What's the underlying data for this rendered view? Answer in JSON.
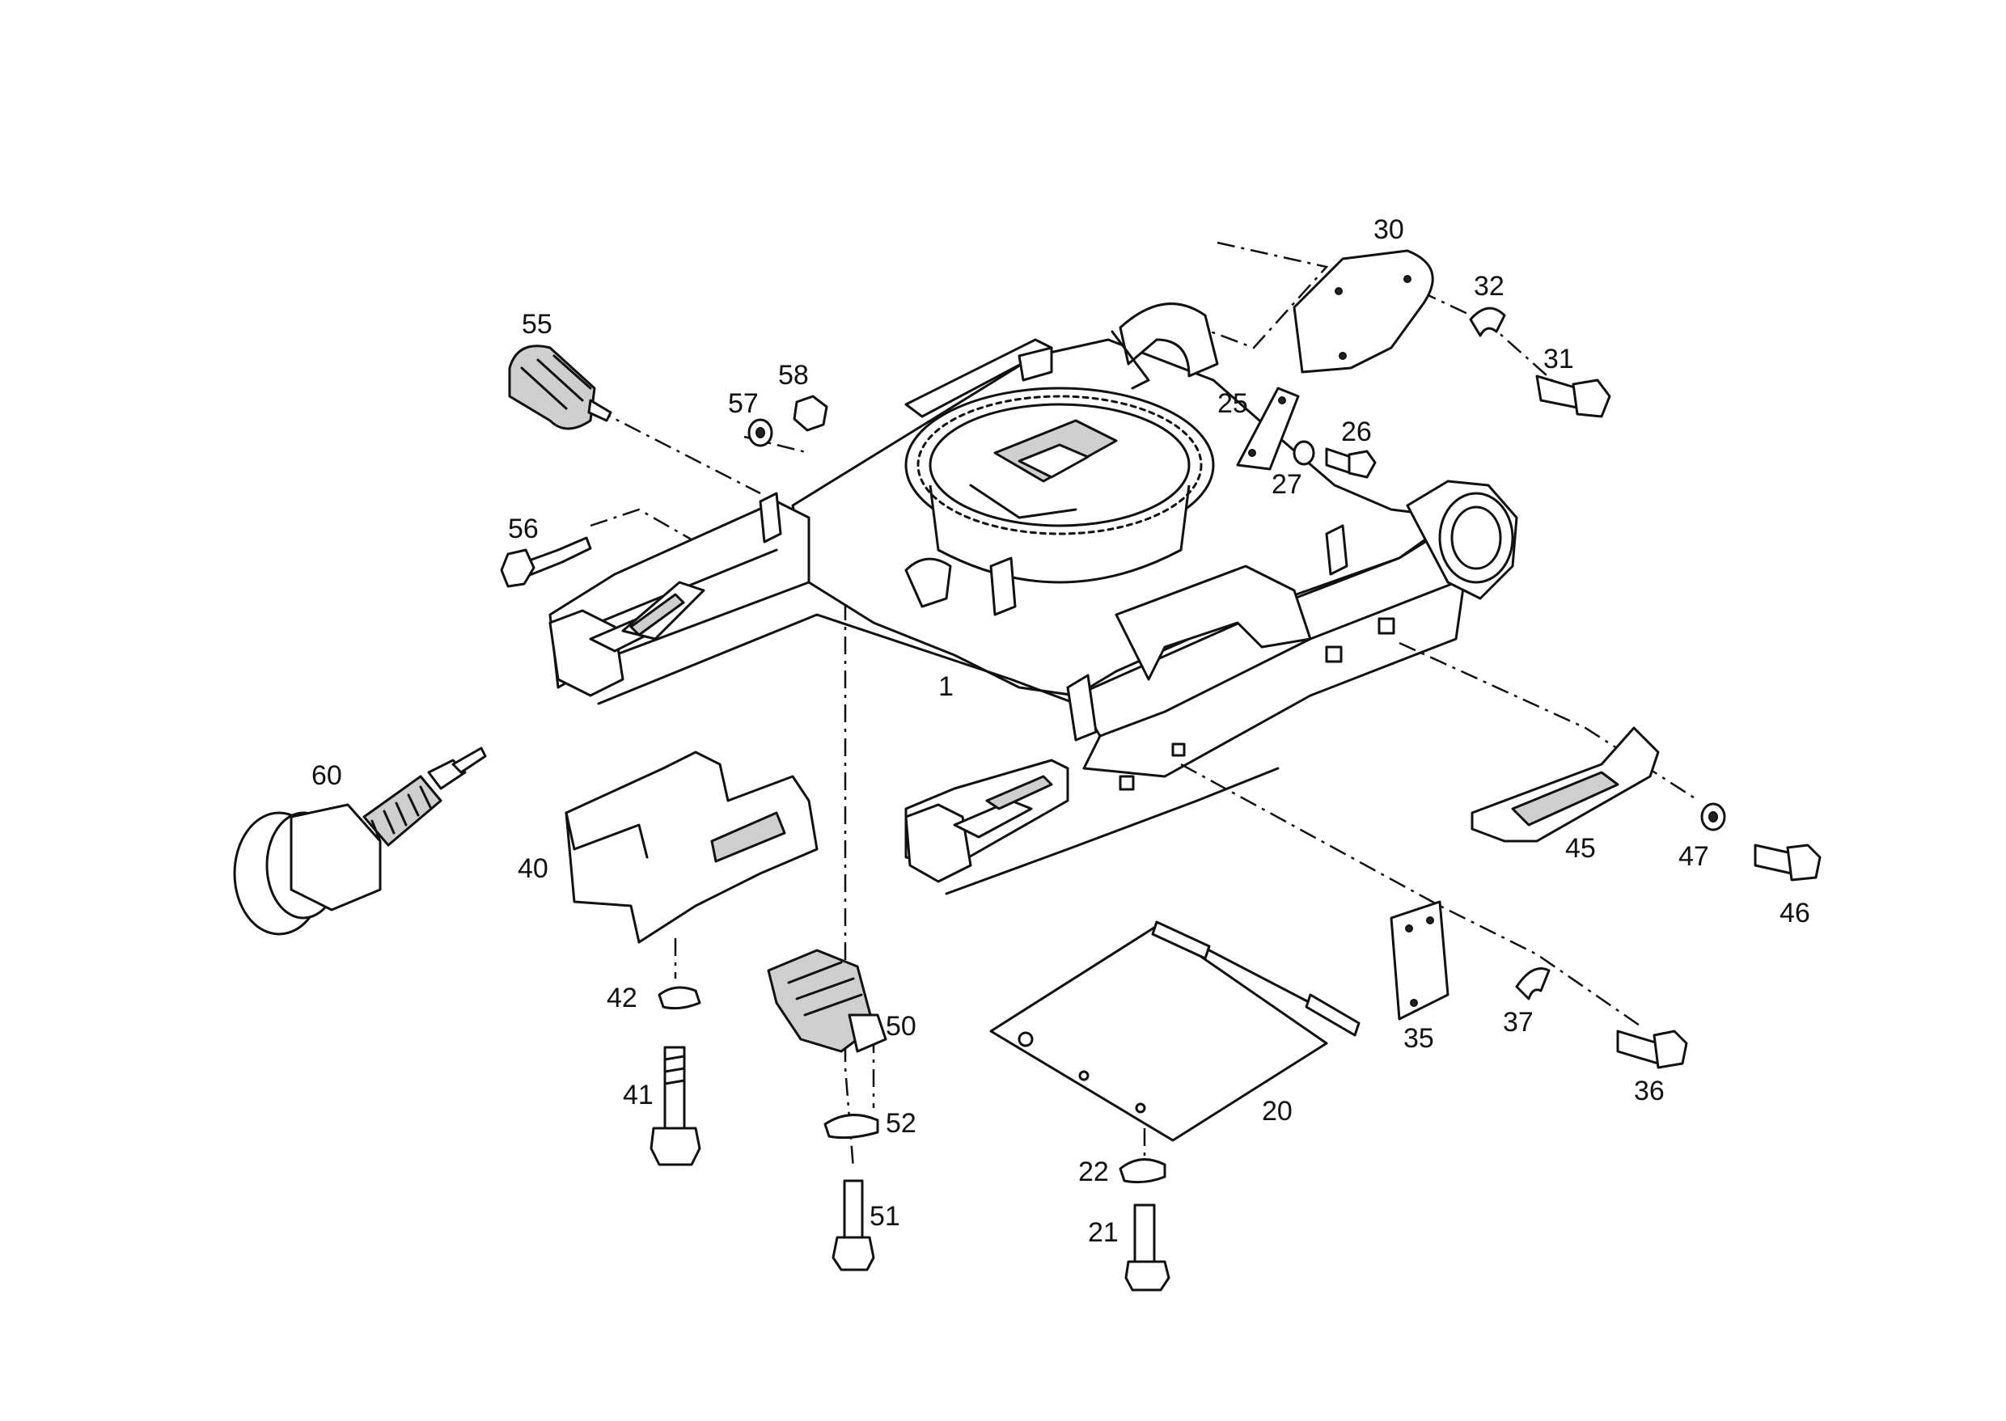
{
  "diagram": {
    "callouts": [
      {
        "id": "1",
        "label": "1"
      },
      {
        "id": "20",
        "label": "20"
      },
      {
        "id": "21",
        "label": "21"
      },
      {
        "id": "22",
        "label": "22"
      },
      {
        "id": "25",
        "label": "25"
      },
      {
        "id": "26",
        "label": "26"
      },
      {
        "id": "27",
        "label": "27"
      },
      {
        "id": "30",
        "label": "30"
      },
      {
        "id": "31",
        "label": "31"
      },
      {
        "id": "32",
        "label": "32"
      },
      {
        "id": "35",
        "label": "35"
      },
      {
        "id": "36",
        "label": "36"
      },
      {
        "id": "37",
        "label": "37"
      },
      {
        "id": "40",
        "label": "40"
      },
      {
        "id": "41",
        "label": "41"
      },
      {
        "id": "42",
        "label": "42"
      },
      {
        "id": "45",
        "label": "45"
      },
      {
        "id": "46",
        "label": "46"
      },
      {
        "id": "47",
        "label": "47"
      },
      {
        "id": "50",
        "label": "50"
      },
      {
        "id": "51",
        "label": "51"
      },
      {
        "id": "52",
        "label": "52"
      },
      {
        "id": "55",
        "label": "55"
      },
      {
        "id": "56",
        "label": "56"
      },
      {
        "id": "57",
        "label": "57"
      },
      {
        "id": "58",
        "label": "58"
      },
      {
        "id": "60",
        "label": "60"
      }
    ]
  }
}
